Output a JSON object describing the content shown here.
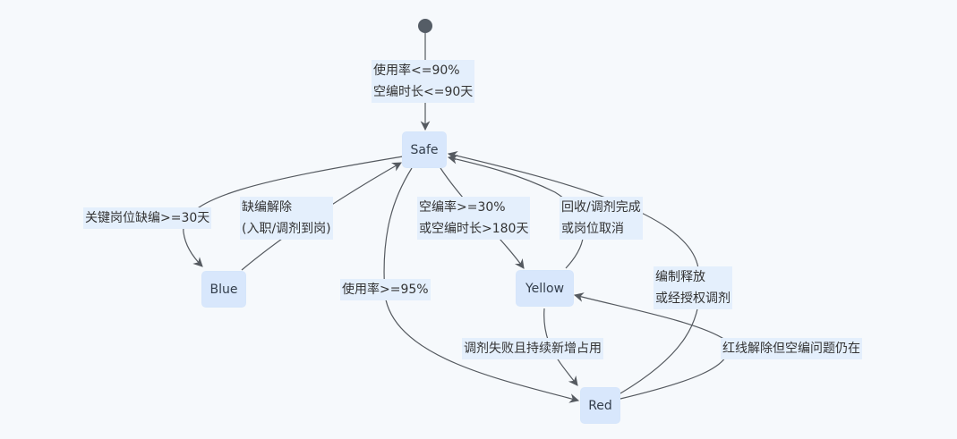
{
  "diagram": {
    "type": "state-diagram",
    "colors": {
      "background": "#f6f9fc",
      "node_fill": "#d8e7fc",
      "edge": "#555a60",
      "label_bg": "#e4effc",
      "start": "#555d66"
    },
    "states": [
      {
        "id": "safe",
        "label": "Safe"
      },
      {
        "id": "blue",
        "label": "Blue"
      },
      {
        "id": "yellow",
        "label": "Yellow"
      },
      {
        "id": "red",
        "label": "Red"
      }
    ],
    "transitions": [
      {
        "from": "start",
        "to": "safe",
        "lines": [
          "使用率<=90%",
          "空编时长<=90天"
        ]
      },
      {
        "from": "safe",
        "to": "blue",
        "lines": [
          "关键岗位缺编>=30天"
        ]
      },
      {
        "from": "blue",
        "to": "safe",
        "lines": [
          "缺编解除",
          "(入职/调剂到岗)"
        ]
      },
      {
        "from": "safe",
        "to": "yellow",
        "lines": [
          "空编率>=30%",
          "或空编时长>180天"
        ]
      },
      {
        "from": "yellow",
        "to": "safe",
        "lines": [
          "回收/调剂完成",
          "或岗位取消"
        ]
      },
      {
        "from": "safe",
        "to": "red",
        "lines": [
          "使用率>=95%"
        ]
      },
      {
        "from": "yellow",
        "to": "red",
        "lines": [
          "调剂失败且持续新增占用"
        ]
      },
      {
        "from": "red",
        "to": "safe",
        "lines": [
          "编制释放",
          "或经授权调剂"
        ]
      },
      {
        "from": "red",
        "to": "yellow",
        "lines": [
          "红线解除但空编问题仍在"
        ]
      }
    ]
  }
}
